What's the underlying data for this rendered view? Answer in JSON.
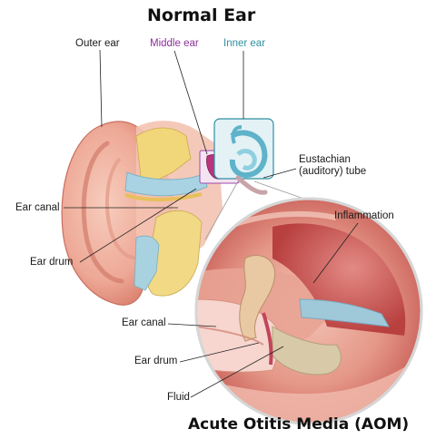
{
  "title": "Normal Ear",
  "bottom_title": "Acute Otitis Media (AOM)",
  "labels": {
    "outer_ear": "Outer ear",
    "middle_ear": "Middle ear",
    "inner_ear": "Inner ear",
    "eustachian_line1": "Eustachian",
    "eustachian_line2": "(auditory) tube",
    "ear_canal": "Ear canal",
    "ear_drum": "Ear drum",
    "inflammation": "Inflammation",
    "ear_canal_zoom": "Ear canal",
    "ear_drum_zoom": "Ear drum",
    "fluid": "Fluid"
  },
  "colors": {
    "middle_ear_label": "#8e2f9a",
    "inner_ear_label": "#2e8fa0",
    "skin": "#f2b9a8",
    "skin_shadow": "#de8a78",
    "bone": "#f1d77a",
    "canal_blue": "#a9d3e2",
    "inflamed": "#d96a6a"
  }
}
